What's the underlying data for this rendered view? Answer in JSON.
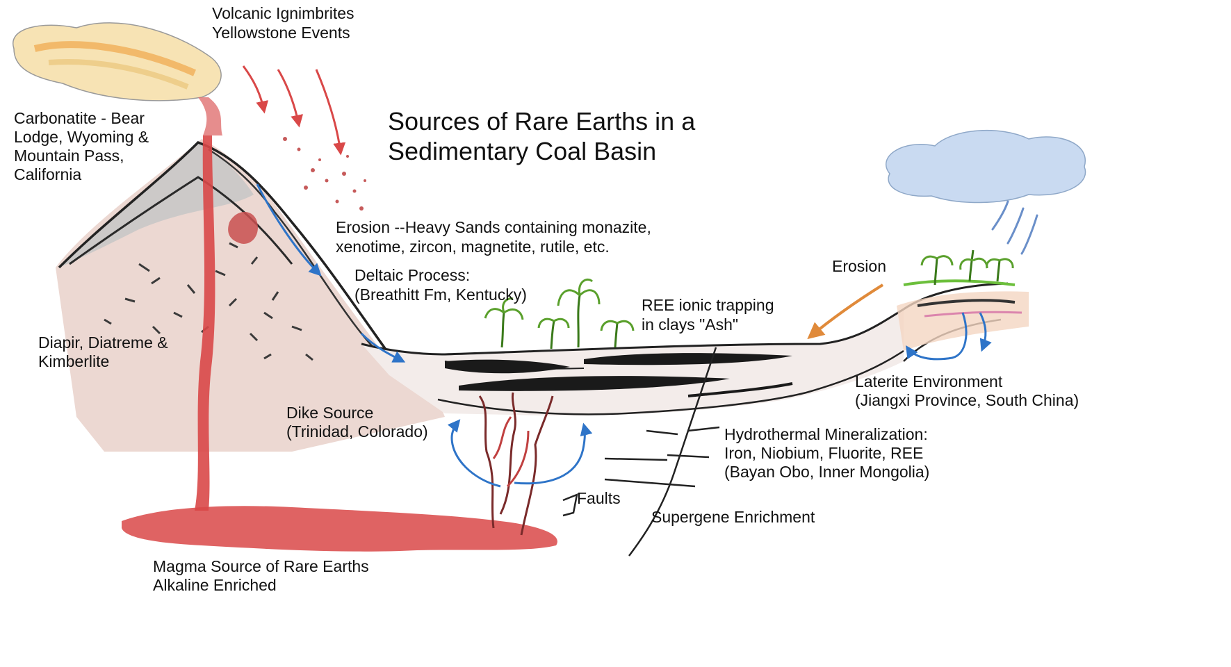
{
  "title": {
    "line1": "Sources of Rare Earths in a",
    "line2": "Sedimentary Coal Basin"
  },
  "labels": {
    "volcanic": [
      "Volcanic Ignimbrites",
      "Yellowstone Events"
    ],
    "carbonatite": [
      "Carbonatite - Bear",
      "Lodge,  Wyoming &",
      "Mountain Pass,",
      "California"
    ],
    "erosion_sands": [
      "Erosion --Heavy Sands containing monazite,",
      " xenotime, zircon, magnetite, rutile, etc."
    ],
    "deltaic": [
      "Deltaic Process:",
      "(Breathitt Fm, Kentucky)"
    ],
    "ree_trapping": [
      "REE ionic trapping",
      "in clays \"Ash\""
    ],
    "erosion_right": "Erosion",
    "diapir": [
      "Diapir, Diatreme &",
      "Kimberlite"
    ],
    "dike": [
      "Dike Source",
      "(Trinidad, Colorado)"
    ],
    "laterite": [
      "Laterite Environment",
      "(Jiangxi Province, South China)"
    ],
    "hydrothermal": [
      "Hydrothermal Mineralization:",
      "Iron, Niobium, Fluorite, REE",
      "(Bayan Obo, Inner Mongolia)"
    ],
    "faults": "Faults",
    "supergene": "Supergene Enrichment",
    "magma": [
      "Magma Source of Rare Earths",
      "Alkaline Enriched"
    ]
  },
  "colors": {
    "magma": "#d94848",
    "ash_cloud": "#e8a040",
    "rain_cloud": "#a9c4e6",
    "blue_arrow": "#2e74c8",
    "orange_arrow": "#e08a3a",
    "coal": "#1a1a1a",
    "vegetation": "#5aa02c"
  }
}
